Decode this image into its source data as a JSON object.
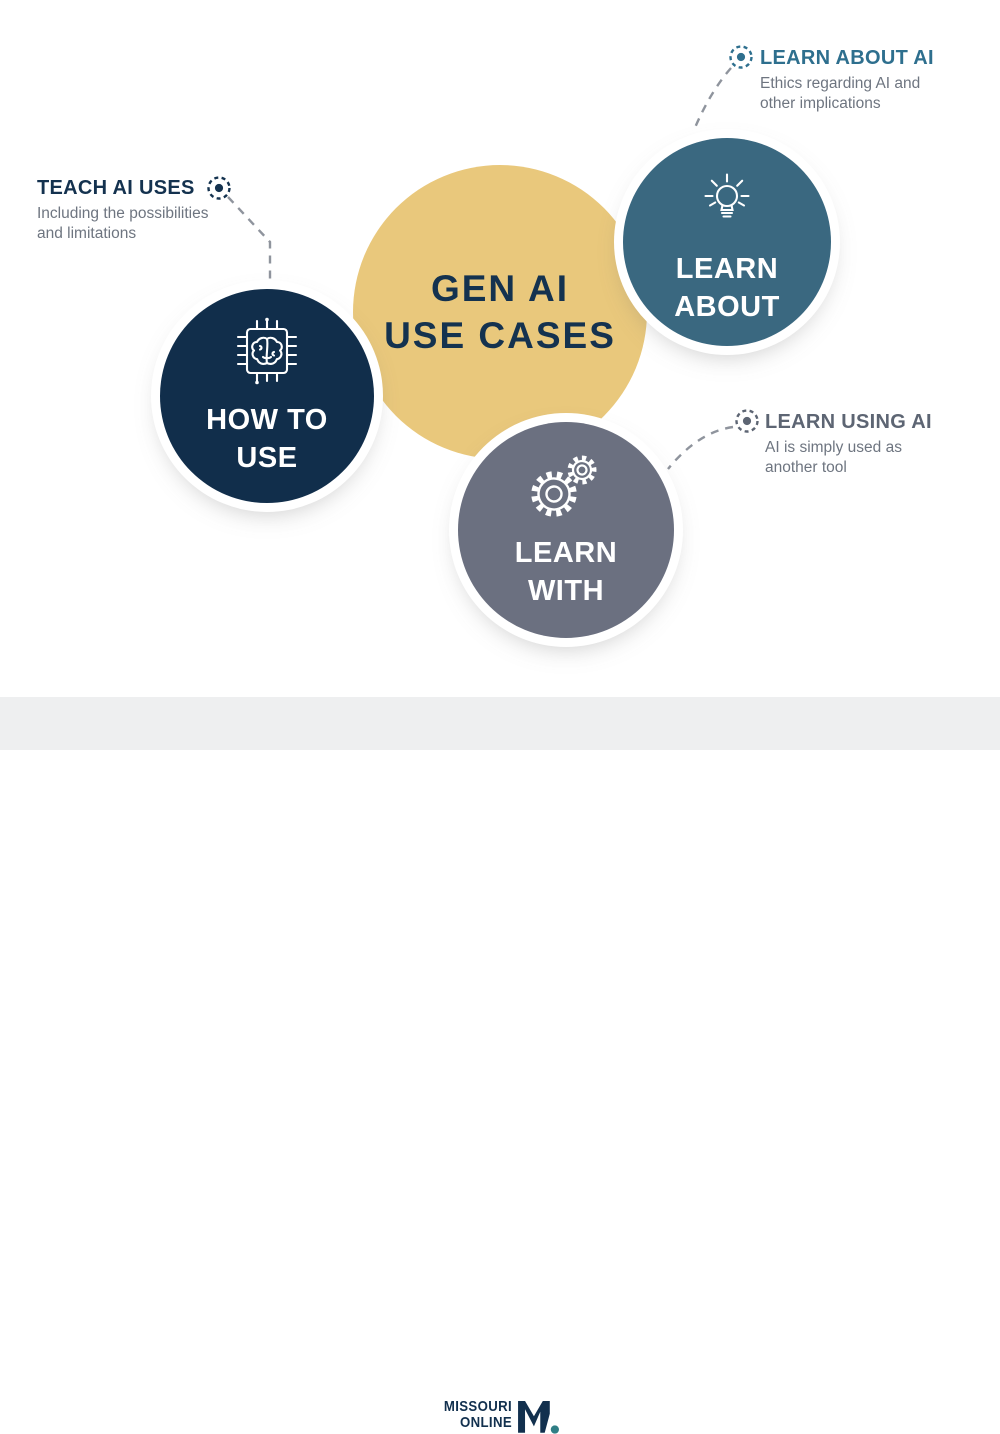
{
  "center": {
    "line1": "GEN AI",
    "line2": "USE CASES"
  },
  "bubbles": {
    "how_to_use": {
      "line1": "HOW TO",
      "line2": "USE",
      "icon": "ai-chip-icon",
      "color": "#112E4B"
    },
    "learn_about": {
      "line1": "LEARN",
      "line2": "ABOUT",
      "icon": "lightbulb-icon",
      "color": "#3A6880"
    },
    "learn_with": {
      "line1": "LEARN",
      "line2": "WITH",
      "icon": "gears-icon",
      "color": "#6B7080"
    }
  },
  "callouts": {
    "teach": {
      "heading": "TEACH AI USES",
      "body_line1": "Including the possibilities",
      "body_line2": "and limitations",
      "accent": "#14324F"
    },
    "about": {
      "heading": "LEARN ABOUT AI",
      "body_line1": "Ethics regarding AI and",
      "body_line2": "other implications",
      "accent": "#2E6F8E"
    },
    "using": {
      "heading": "LEARN USING AI",
      "body_line1": "AI is simply used as",
      "body_line2": "another tool",
      "accent": "#5D6573"
    }
  },
  "footer": {
    "brand_top": "MISSOURI",
    "brand_bottom": "ONLINE"
  },
  "colors": {
    "gold": "#E9C87C",
    "navy": "#112E4B",
    "teal": "#3A6880",
    "gray": "#6B7080",
    "title_navy": "#14324F",
    "body_text_gray": "#6E7580",
    "connector_gray": "#8F949D",
    "footer_band": "#EEEFF0",
    "logo_navy": "#12304E",
    "logo_dot_teal": "#2F7E85"
  }
}
